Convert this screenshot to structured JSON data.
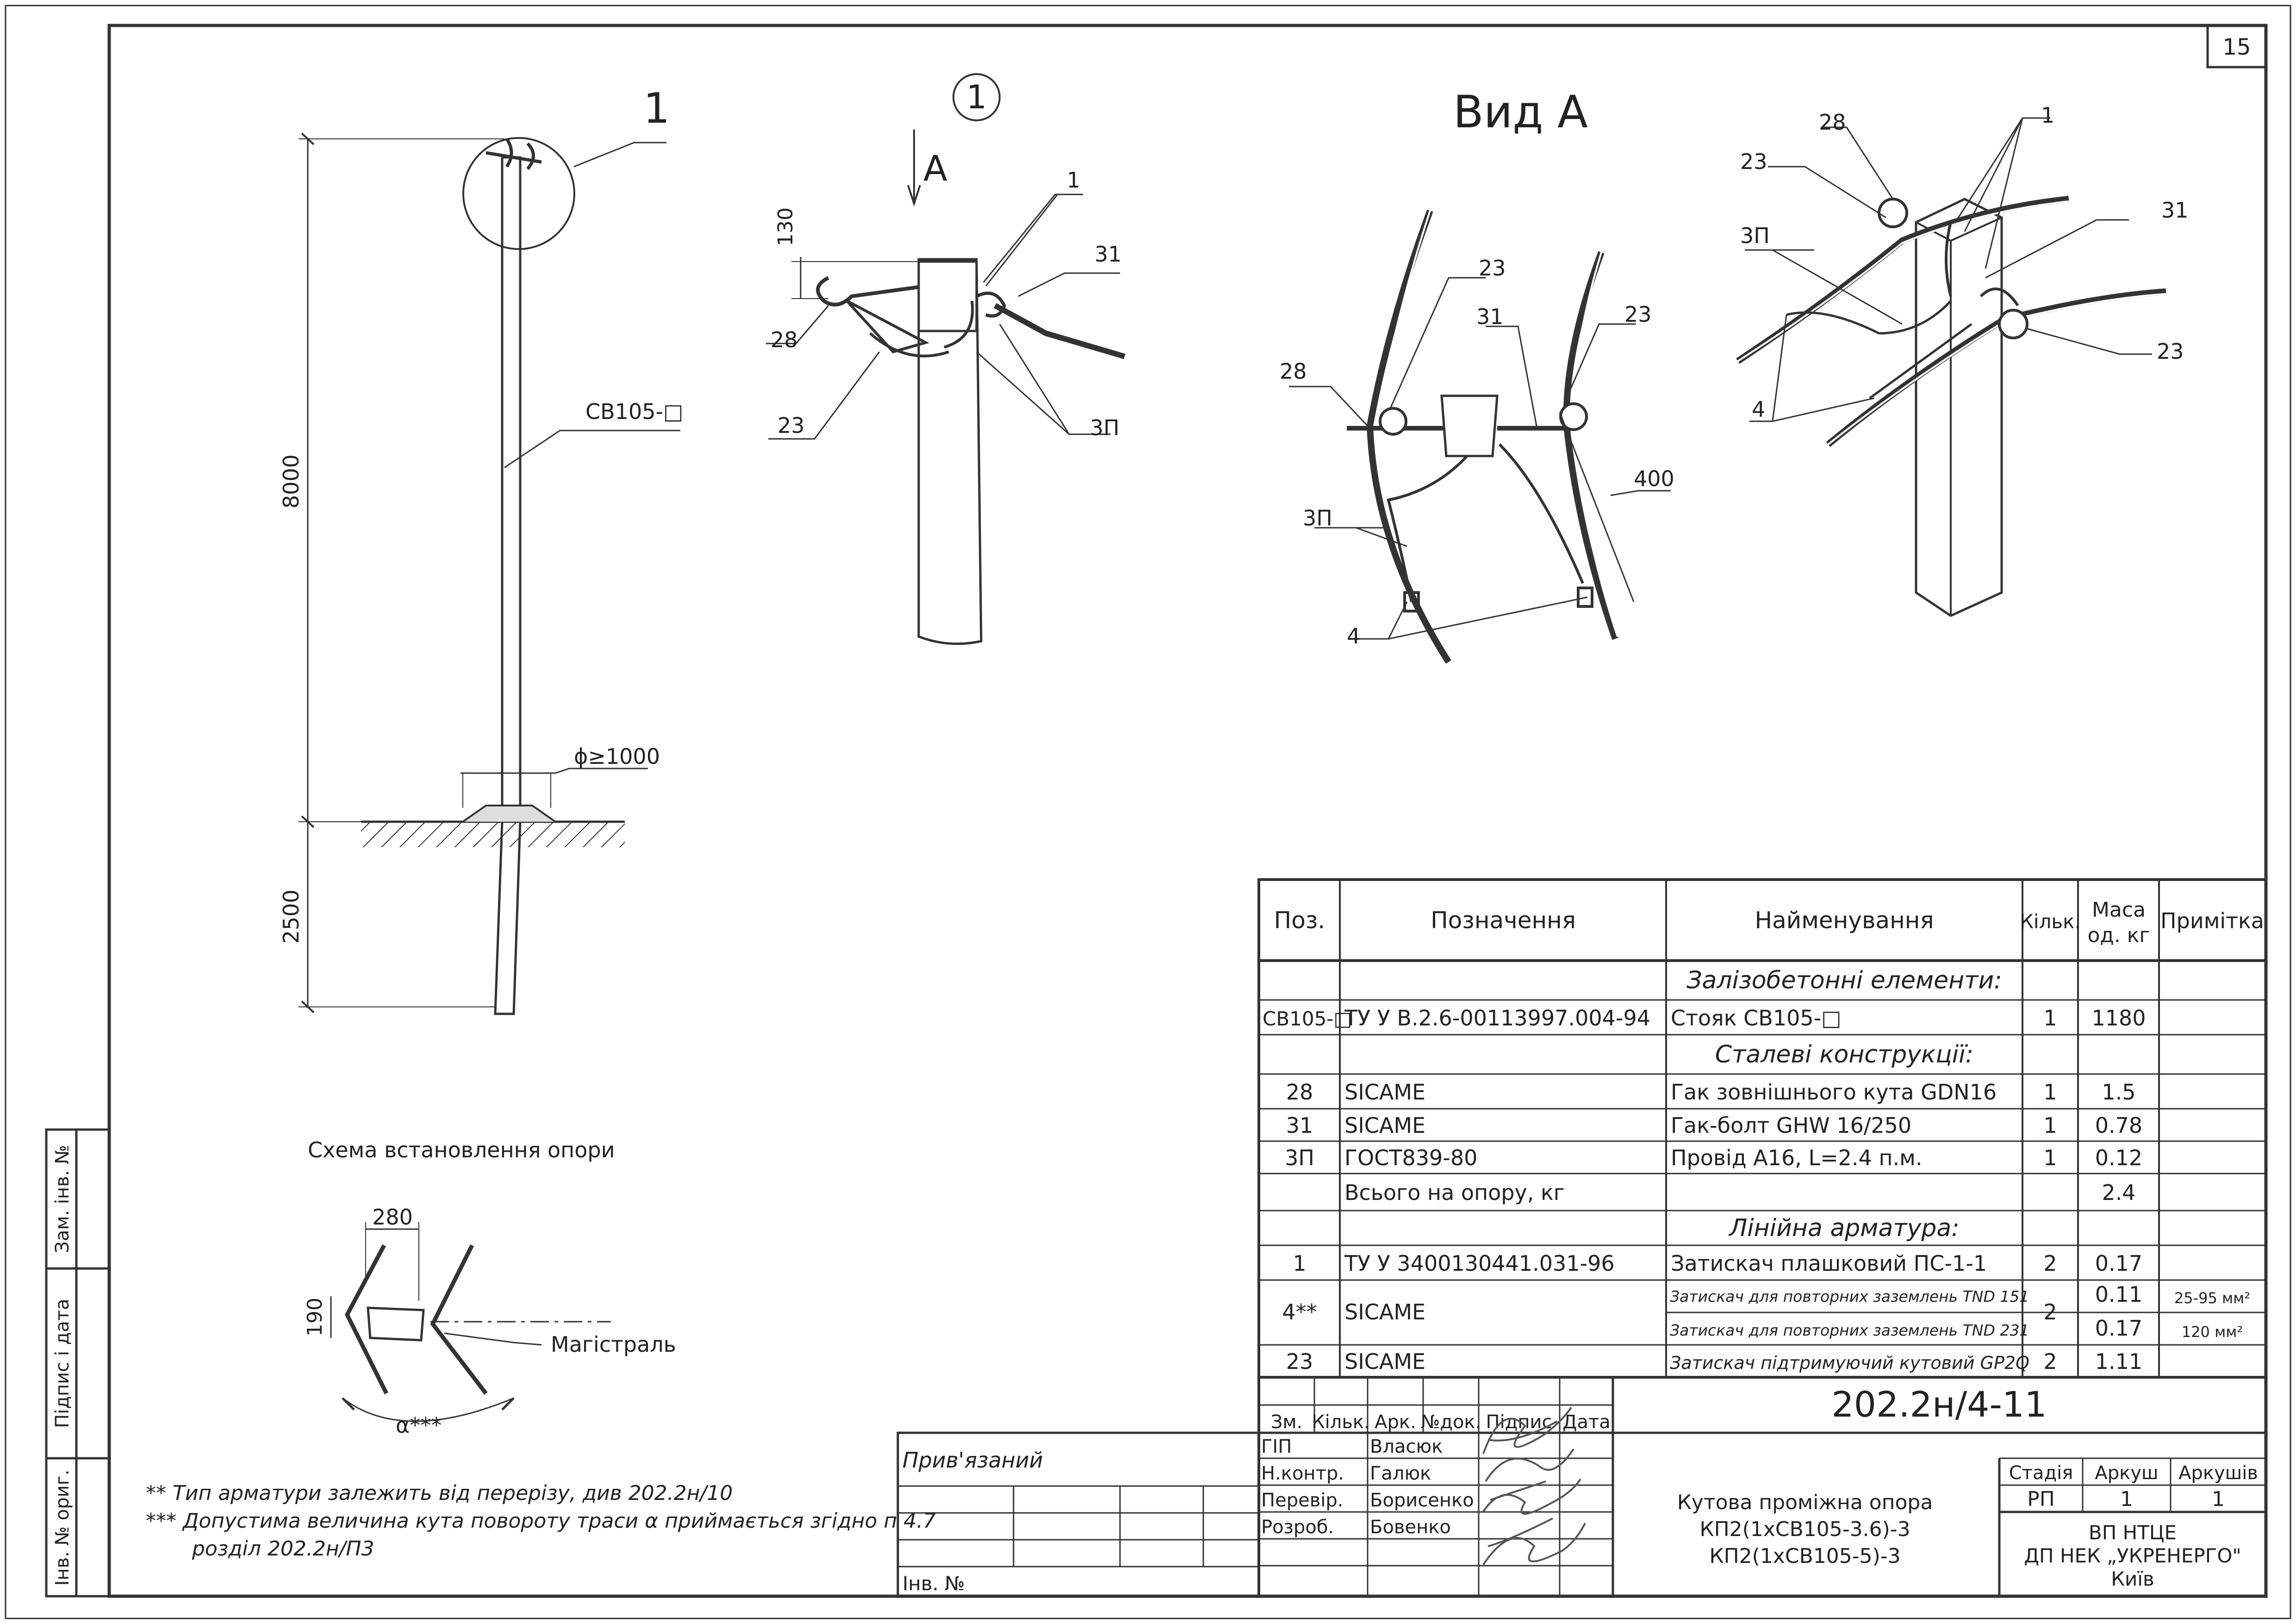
{
  "sheet_number": "15",
  "views": {
    "scheme_ref": "1",
    "detail_ref": "1",
    "view_arrow": "A",
    "view_title": "Вид А"
  },
  "dimensions": {
    "pole_height": "8000",
    "pole_depth": "2500",
    "hole_diameter": "ϕ≥1000",
    "bracket_offset": "130",
    "clamp_distance": "400",
    "plan_width": "280",
    "plan_depth": "190"
  },
  "labels": {
    "pole_type": "СВ105-□",
    "callout_1": "1",
    "callout_28": "28",
    "callout_31": "31",
    "callout_23": "23",
    "callout_3p": "3П",
    "callout_4": "4",
    "scheme_caption": "Схема встановлення опори",
    "magistral": "Магістраль",
    "angle": "α***"
  },
  "notes": [
    "** Тип арматури залежить від перерізу, див 202.2н/10",
    "*** Допустима величина кута повороту траси α приймається згідно п 4.7",
    "розділ 202.2н/П3"
  ],
  "left_stamp": {
    "zam_inv": "Зам. інв. №",
    "pidpys_data": "Підпис і дата",
    "inv_orig": "Інв. № ориг."
  },
  "spec_table": {
    "headers": {
      "poz": "Поз.",
      "designation": "Позначення",
      "name": "Найменування",
      "qty": "Кільк.",
      "mass_1": "Маса",
      "mass_2": "од. кг",
      "note": "Примітка"
    },
    "sections": {
      "concrete": "Залізобетонні елементи:",
      "steel": "Сталеві конструкції:",
      "fittings": "Лінійна арматура:"
    },
    "rows": [
      {
        "poz": "СВ105-□",
        "designation": "ТУ У В.2.6-00113997.004-94",
        "name": "Стояк СВ105-□",
        "qty": "1",
        "mass": "1180",
        "note": ""
      },
      {
        "poz": "28",
        "designation": "SICAME",
        "name": "Гак зовнішнього кута GDN16",
        "qty": "1",
        "mass": "1.5",
        "note": ""
      },
      {
        "poz": "31",
        "designation": "SICAME",
        "name": "Гак-болт GHW 16/250",
        "qty": "1",
        "mass": "0.78",
        "note": ""
      },
      {
        "poz": "3П",
        "designation": "ГОСТ839-80",
        "name": "Провід А16, L=2.4 п.м.",
        "qty": "1",
        "mass": "0.12",
        "note": ""
      },
      {
        "poz": "",
        "designation": "Всього на опору, кг",
        "name": "",
        "qty": "",
        "mass": "2.4",
        "note": ""
      },
      {
        "poz": "1",
        "designation": "ТУ У 3400130441.031-96",
        "name": "Затискач плашковий ПС-1-1",
        "qty": "2",
        "mass": "0.17",
        "note": ""
      },
      {
        "poz": "4**",
        "designation": "SICAME",
        "name": "Затискач для повторних заземлень TND 151",
        "qty": "2",
        "mass": "0.11",
        "note": "25-95 мм²"
      },
      {
        "poz": "",
        "designation": "",
        "name": "Затискач для повторних заземлень TND 231",
        "qty": "",
        "mass": "0.17",
        "note": "120 мм²"
      },
      {
        "poz": "23",
        "designation": "SICAME",
        "name": "Затискач підтримуючий кутовий GP2Q",
        "qty": "2",
        "mass": "1.11",
        "note": ""
      }
    ]
  },
  "title_block": {
    "doc_code": "202.2н/4-11",
    "priviazanyi": "Прив'язаний",
    "inv_no": "Інв. №",
    "col_headers": [
      "Зм.",
      "Кільк.",
      "Арк.",
      "№док.",
      "Підпис",
      "Дата"
    ],
    "roles": [
      {
        "role": "ГІП",
        "name": "Власюк"
      },
      {
        "role": "Н.контр.",
        "name": "Галюк"
      },
      {
        "role": "Перевір.",
        "name": "Борисенко"
      },
      {
        "role": "Розроб.",
        "name": "Бовенко"
      }
    ],
    "title_lines": [
      "Кутова проміжна опора",
      "КП2(1хСВ105-3.6)-3",
      "КП2(1хСВ105-5)-3"
    ],
    "stage_label": "Стадія",
    "sheet_label": "Аркуш",
    "sheets_label": "Аркушів",
    "stage": "РП",
    "sheet": "1",
    "sheets": "1",
    "org_lines": [
      "ВП НТЦЕ",
      "ДП НЕК „УКРЕНЕРГО\"",
      "Київ"
    ]
  }
}
